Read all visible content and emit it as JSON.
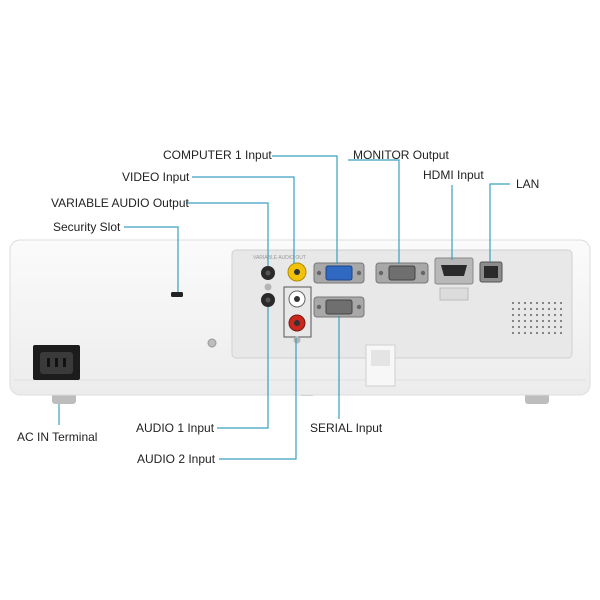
{
  "diagram": {
    "labels": {
      "computer1": "COMPUTER 1 Input",
      "monitor": "MONITOR Output",
      "video": "VIDEO Input",
      "hdmi": "HDMI Input",
      "lan": "LAN",
      "variable_audio": "VARIABLE AUDIO Output",
      "security": "Security Slot",
      "ac_in": "AC IN Terminal",
      "audio1": "AUDIO 1 Input",
      "serial": "SERIAL Input",
      "audio2": "AUDIO 2 Input"
    },
    "colors": {
      "leader_line": "#3a9fc0",
      "body": "#f3f3f3",
      "panel": "#e9e9e9",
      "connector": "#9a9a9a",
      "vga_blue": "#2f69c2",
      "rca_yellow": "#f2c20a",
      "rca_red": "#c8281e"
    }
  }
}
